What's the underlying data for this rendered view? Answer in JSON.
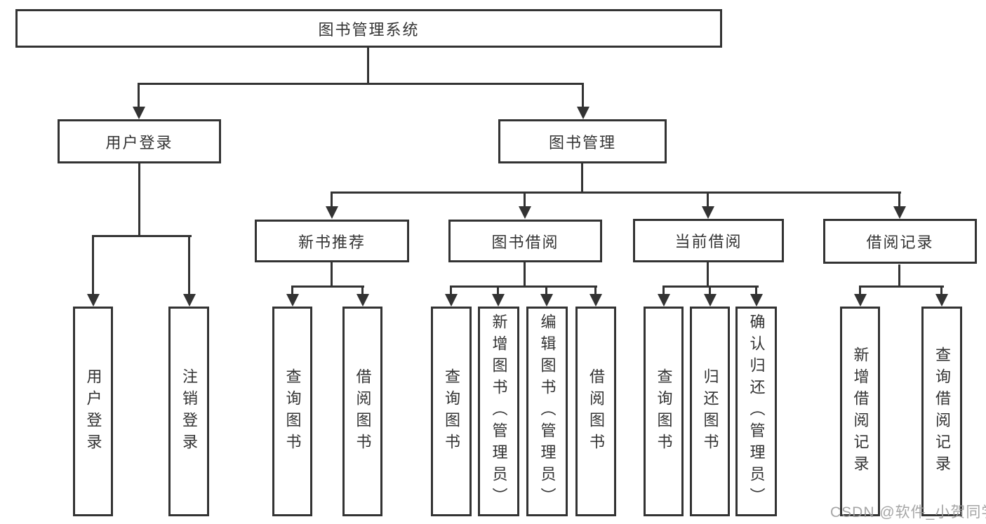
{
  "diagram": {
    "root": "图书管理系统",
    "branches": {
      "user_login": {
        "label": "用户登录",
        "children": [
          "用户登录",
          "注销登录"
        ]
      },
      "book_mgmt": {
        "label": "图书管理",
        "sections": {
          "new_book": {
            "label": "新书推荐",
            "children": [
              "查询图书",
              "借阅图书"
            ]
          },
          "book_borrow": {
            "label": "图书借阅",
            "children": [
              "查询图书",
              "新增图书（管理员）",
              "编辑图书（管理员）",
              "借阅图书"
            ]
          },
          "current_borrow": {
            "label": "当前借阅",
            "children": [
              "查询图书",
              "归还图书",
              "确认归还（管理员）"
            ]
          },
          "borrow_records": {
            "label": "借阅记录",
            "children": [
              "新增借阅记录",
              "查询借阅记录"
            ]
          }
        }
      }
    },
    "colors": {
      "line": "#333333",
      "text": "#333333",
      "box_background": "#ffffff",
      "watermark_gray": "#9c9c9c"
    }
  },
  "watermark": "CSDN @软件_小贺同学"
}
